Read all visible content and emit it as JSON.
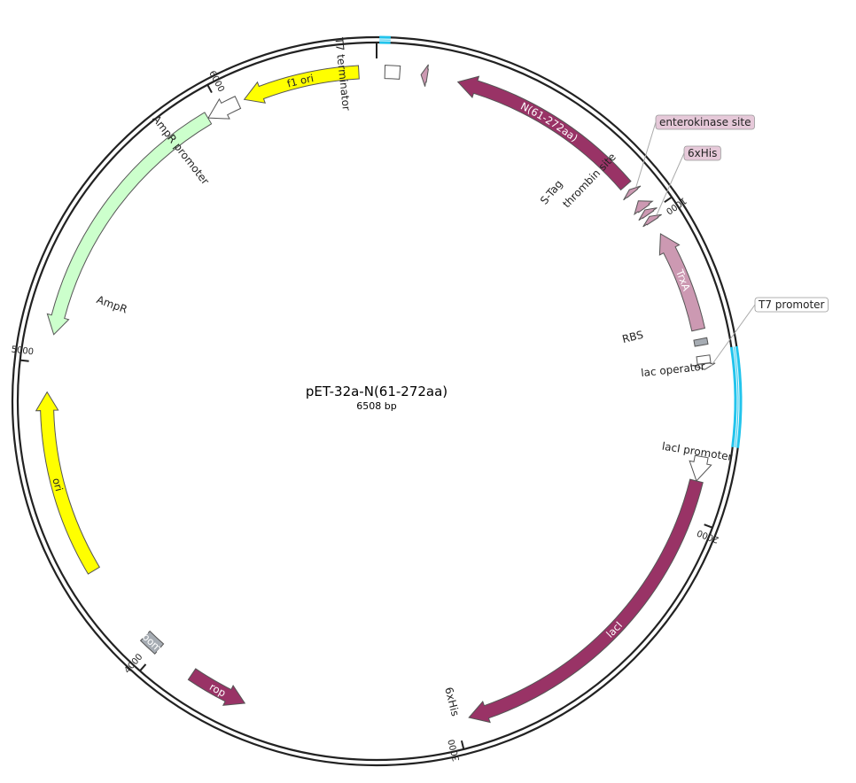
{
  "plasmid": {
    "name": "pET-32a-N(61-272aa)",
    "length_label": "6508 bp",
    "length": 6508
  },
  "ticks": [
    {
      "pos": 1000,
      "label": "1000"
    },
    {
      "pos": 2000,
      "label": "2000"
    },
    {
      "pos": 3000,
      "label": "3000"
    },
    {
      "pos": 4000,
      "label": "4000"
    },
    {
      "pos": 5000,
      "label": "5000"
    },
    {
      "pos": 6000,
      "label": "6000"
    }
  ],
  "features": [
    {
      "id": "n-cds",
      "label": "N(61-272aa)",
      "start": 258,
      "end": 888,
      "dir": -1,
      "color": "#993366",
      "label_mode": "inside"
    },
    {
      "id": "his-tag-n",
      "label": "6xHis",
      "start": 140,
      "end": 160,
      "dir": -1,
      "color": "#cc99b2",
      "label_mode": "outside",
      "label_angle": 166,
      "label_r": 333
    },
    {
      "id": "t7-terminator",
      "label": "T7 terminator",
      "start": 26,
      "end": 73,
      "dir": 0,
      "color": "#ffffff",
      "label_mode": "outside",
      "label_angle": 354,
      "label_r": 330
    },
    {
      "id": "f1-ori",
      "label": "f1 ori",
      "start": 6080,
      "end": 6452,
      "dir": -1,
      "color": "#ffff00",
      "label_mode": "inside"
    },
    {
      "id": "ampr-promoter",
      "label": "AmpR promoter",
      "start": 5953,
      "end": 6058,
      "dir": -1,
      "color": "#ffffff",
      "label_mode": "outside",
      "label_angle": 322,
      "label_r": 312
    },
    {
      "id": "ampr",
      "label": "AmpR",
      "start": 5092,
      "end": 5952,
      "dir": -1,
      "color": "#ccffcc",
      "label_mode": "outside",
      "label_angle": 290,
      "label_r": 300
    },
    {
      "id": "ori",
      "label": "ori",
      "start": 4322,
      "end": 4910,
      "dir": 1,
      "color": "#ffff00",
      "label_mode": "inside"
    },
    {
      "id": "bom",
      "label": "bom",
      "start": 4000,
      "end": 4060,
      "dir": 0,
      "color": "#a6acb3",
      "label_mode": "inside"
    },
    {
      "id": "rop",
      "label": "rop",
      "start": 3680,
      "end": 3870,
      "dir": -1,
      "color": "#993366",
      "label_mode": "inside"
    },
    {
      "id": "laci",
      "label": "lacI",
      "start": 1880,
      "end": 2960,
      "dir": 1,
      "color": "#993366",
      "label_mode": "inside"
    },
    {
      "id": "laci-promoter",
      "label": "lacI promoter",
      "start": 1802,
      "end": 1880,
      "dir": 1,
      "color": "#ffffff",
      "label_mode": "outside",
      "label_angle": 99,
      "label_r": 326
    },
    {
      "id": "lac-operator",
      "label": "lac operator",
      "start": 1484,
      "end": 1508,
      "dir": 0,
      "color": "#ffffff",
      "label_mode": "outside",
      "label_angle": 84,
      "label_r": 300
    },
    {
      "id": "t7-promoter",
      "label": "T7 promoter",
      "start": 1509,
      "end": 1527,
      "dir": 1,
      "color": "#ffffff",
      "label_mode": "callout"
    },
    {
      "id": "rbs",
      "label": "RBS",
      "start": 1430,
      "end": 1450,
      "dir": 0,
      "color": "#a6acb3",
      "label_mode": "outside",
      "label_angle": 76,
      "label_r": 286
    },
    {
      "id": "trxa",
      "label": "TrxA",
      "start": 1075,
      "end": 1400,
      "dir": -1,
      "color": "#cc99b2",
      "label_mode": "inside"
    },
    {
      "id": "his-tag-c",
      "label": "6xHis",
      "start": 1010,
      "end": 1028,
      "dir": -1,
      "color": "#cc99b2",
      "label_mode": "callout"
    },
    {
      "id": "thrombin-site",
      "label": "thrombin site",
      "start": 985,
      "end": 1003,
      "dir": -1,
      "color": "#cc99b2",
      "label_mode": "outside",
      "label_angle": 44,
      "label_r": 306
    },
    {
      "id": "s-tag",
      "label": "S-Tag",
      "start": 950,
      "end": 980,
      "dir": -1,
      "color": "#cc99b2",
      "label_mode": "outside",
      "label_angle": 40,
      "label_r": 292
    },
    {
      "id": "enterokinase-site",
      "label": "enterokinase site",
      "start": 905,
      "end": 920,
      "dir": -1,
      "color": "#cc99b2",
      "label_mode": "callout"
    }
  ],
  "callouts": [
    {
      "id": "callout-enterokinase",
      "feature": "enterokinase-site",
      "label": "enterokinase site",
      "bg": "#e6c9d9"
    },
    {
      "id": "callout-6xhis",
      "feature": "his-tag-c",
      "label": "6xHis",
      "bg": "#e6c9d9"
    },
    {
      "id": "callout-t7-promoter",
      "feature": "t7-promoter",
      "label": "T7 promoter",
      "bg": "#ffffff"
    }
  ],
  "highlights": [
    {
      "start": 8,
      "end": 40,
      "color": "#22c4ec"
    },
    {
      "start": 1470,
      "end": 1760,
      "color": "#22c4ec"
    }
  ],
  "colors": {
    "backbone": "#222222",
    "feature_stroke": "#555555"
  }
}
